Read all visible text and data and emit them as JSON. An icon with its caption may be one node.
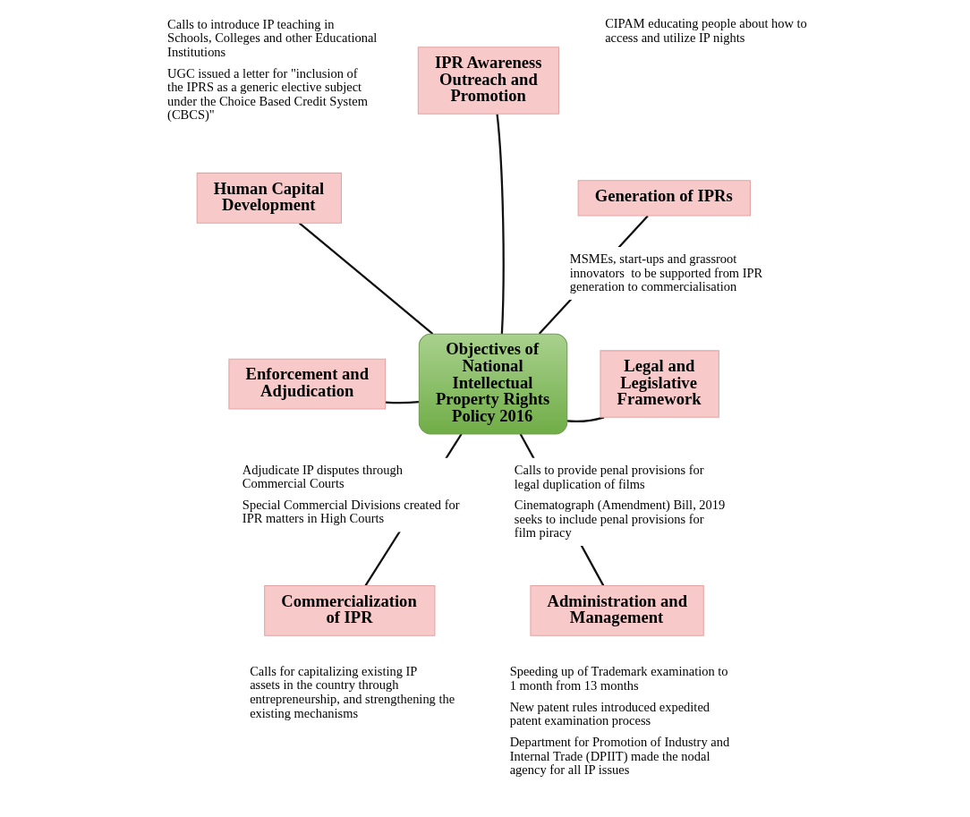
{
  "diagram": {
    "nodes": [
      {
        "text": [
          "IPR Awareness Outreach and Promotion"
        ],
        "beside": [
          "CIPAM educating people about how to access and utilize IP nights"
        ]
      },
      {
        "text": [
          "Generation of IPRs"
        ],
        "beside": [
          "MSMEs, start-ups and grassroot innovators  to be supported from IPR generation to commercialisation"
        ]
      },
      {
        "text": [
          "Human Capital Development"
        ],
        "beside": [
          "Calls to introduce IP teaching in Schools, Colleges and other Educational Institutions",
          "UGC issued a letter for \"inclusion of the IPRS as a generic elective subject under the Choice Based Credit System (CBCS)\""
        ]
      },
      {
        "text": [
          "Objectives of National Intellectual Property Rights Policy 2016"
        ]
      },
      {
        "text": [
          "Legal and Legislative Framework"
        ],
        "beside": [
          "Calls to provide penal provisions for legal duplication of films",
          "Cinematograph (Amendment) Bill, 2019 seeks to include penal provisions for film piracy"
        ]
      },
      {
        "text": [
          "Enforcement and Adjudication"
        ],
        "beside": [
          "Adjudicate IP disputes through Commercial Courts",
          "Special Commercial Divisions created for IPR matters in High Courts"
        ]
      },
      {
        "text": [
          "Commercialization of IPR"
        ],
        "beside": [
          "Calls for capitalizing existing IP assets in the country through entrepreneurship, and strengthening the existing mechanisms"
        ]
      },
      {
        "text": [
          "Administration and Management"
        ],
        "beside": [
          "Speeding up of Trademark examination to 1 month from 13 months",
          "New patent rules introduced expedited patent examination process",
          "Department for Promotion of Industry and Internal Trade (DPIIT) made the nodal agency for all IP issues"
        ]
      }
    ],
    "edges": [
      {
        "from": 3,
        "to": 0,
        "arrow": "none"
      },
      {
        "from": 3,
        "to": 1,
        "arrow": "none"
      },
      {
        "from": 3,
        "to": 2,
        "arrow": "none"
      },
      {
        "from": 3,
        "to": 4,
        "arrow": "none"
      },
      {
        "from": 3,
        "to": 5,
        "arrow": "none"
      },
      {
        "from": 3,
        "to": 6,
        "arrow": "none"
      },
      {
        "from": 3,
        "to": 7,
        "arrow": "none"
      }
    ]
  }
}
